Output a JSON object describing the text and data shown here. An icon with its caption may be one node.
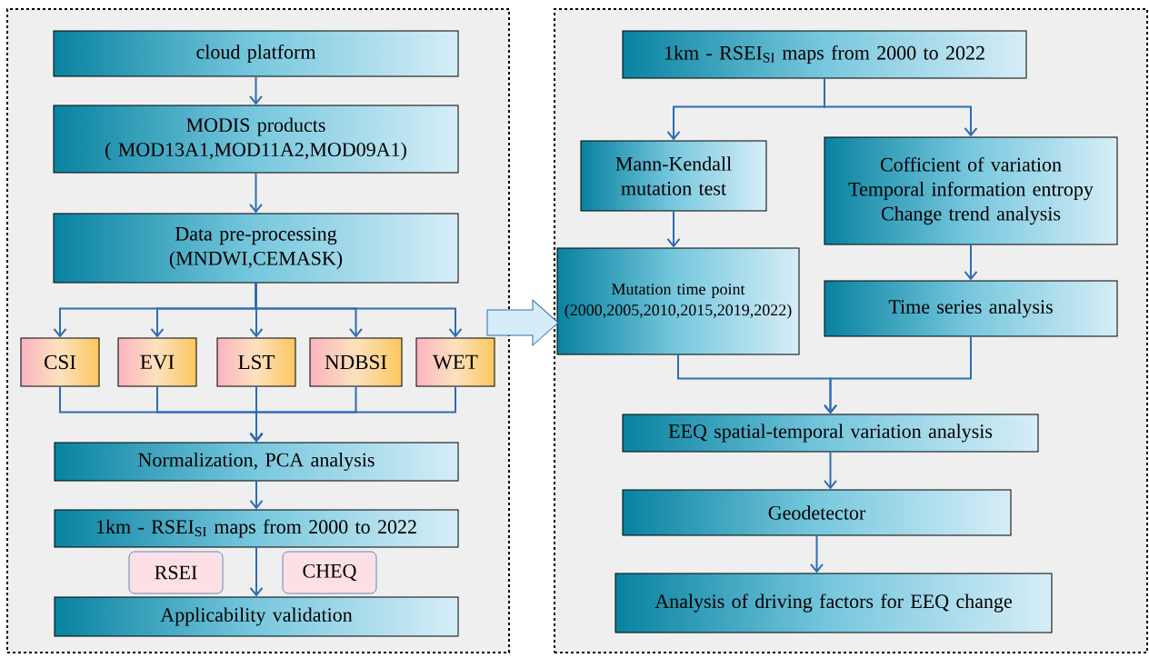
{
  "diagram": {
    "nodes": [
      {
        "text": [],
        "shape": "box"
      },
      {
        "text": [
          "cloud platform"
        ],
        "in": 0
      },
      {
        "text": [
          "MODIS products",
          "( MOD13A1,MOD11A2,MOD09A1)"
        ],
        "in": 0
      },
      {
        "text": [
          "Data pre-processing",
          "(MNDWI,CEMASK)"
        ],
        "in": 0
      },
      {
        "text": [
          "CSI"
        ],
        "in": 0
      },
      {
        "text": [
          "EVI"
        ],
        "in": 0
      },
      {
        "text": [
          "LST"
        ],
        "in": 0
      },
      {
        "text": [
          "NDBSI"
        ],
        "in": 0
      },
      {
        "text": [
          "WET"
        ],
        "in": 0
      },
      {
        "text": [
          "Normalization, PCA analysis"
        ],
        "in": 0
      },
      {
        "text": [
          "1km - RSEI$_{SI}$ maps from 2000 to 2022"
        ],
        "in": 0
      },
      {
        "text": [
          "RSEI"
        ],
        "in": 0
      },
      {
        "text": [
          "CHEQ"
        ],
        "in": 0
      },
      {
        "text": [
          "Applicability  validation"
        ],
        "in": 0
      },
      {
        "text": [],
        "shape": "box"
      },
      {
        "text": [
          "1km - RSEI$_{SI}$ maps from 2000 to 2022"
        ],
        "in": 14
      },
      {
        "text": [
          "Mann-Kendall mutation test"
        ],
        "in": 14
      },
      {
        "text": [
          "Cofficient of variation",
          "Temporal information entropy",
          "Change trend analysis"
        ],
        "in": 14
      },
      {
        "text": [
          "Mutation time point (2000,2005,2010,2015,2019,2022)"
        ],
        "in": 14
      },
      {
        "text": [
          "Time series analysis"
        ],
        "in": 14
      },
      {
        "text": [
          "EEQ spatial-temporal variation analysis"
        ],
        "in": 14
      },
      {
        "text": [
          "Geodetector"
        ],
        "in": 14
      },
      {
        "text": [
          "Analysis of driving factors for EEQ change"
        ],
        "in": 14
      }
    ],
    "edges": [
      {
        "from": 1,
        "to": 2,
        "arrow": "to"
      },
      {
        "from": 2,
        "to": 3,
        "arrow": "to"
      },
      {
        "from": 3,
        "to": 4,
        "arrow": "to"
      },
      {
        "from": 3,
        "to": 5,
        "arrow": "to"
      },
      {
        "from": 3,
        "to": 6,
        "arrow": "to"
      },
      {
        "from": 3,
        "to": 7,
        "arrow": "to"
      },
      {
        "from": 3,
        "to": 8,
        "arrow": "to"
      },
      {
        "from": 4,
        "to": 9,
        "arrow": "to"
      },
      {
        "from": 5,
        "to": 9,
        "arrow": "to"
      },
      {
        "from": 6,
        "to": 9,
        "arrow": "to"
      },
      {
        "from": 7,
        "to": 9,
        "arrow": "to"
      },
      {
        "from": 8,
        "to": 9,
        "arrow": "to"
      },
      {
        "from": 9,
        "to": 10,
        "arrow": "to"
      },
      {
        "from": 10,
        "to": 13,
        "arrow": "to"
      },
      {
        "from": 0,
        "to": 14,
        "arrow": "to",
        "style": "thick"
      },
      {
        "from": 15,
        "to": 16,
        "arrow": "to"
      },
      {
        "from": 15,
        "to": 17,
        "arrow": "to"
      },
      {
        "from": 16,
        "to": 18,
        "arrow": "to"
      },
      {
        "from": 17,
        "to": 19,
        "arrow": "to"
      },
      {
        "from": 18,
        "to": 20,
        "arrow": "to"
      },
      {
        "from": 19,
        "to": 20,
        "arrow": "to"
      },
      {
        "from": 20,
        "to": 21,
        "arrow": "to"
      },
      {
        "from": 21,
        "to": 22,
        "arrow": "to"
      }
    ]
  }
}
